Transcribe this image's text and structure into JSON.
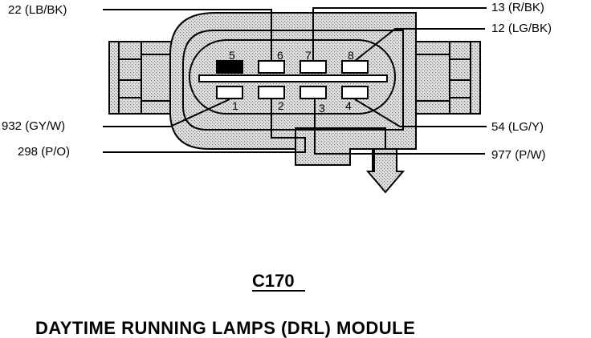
{
  "connector": {
    "id": "C170",
    "caption": "DAYTIME RUNNING LAMPS (DRL) MODULE"
  },
  "pins": {
    "p1": "1",
    "p2": "2",
    "p3": "3",
    "p4": "4",
    "p5": "5",
    "p6": "6",
    "p7": "7",
    "p8": "8"
  },
  "wires": {
    "lb_bk": "22 (LB/BK)",
    "r_bk": "13 (R/BK)",
    "lg_bk": "12 (LG/BK)",
    "gy_w": "932 (GY/W)",
    "p_o": "298 (P/O)",
    "lg_y": "54 (LG/Y)",
    "p_w": "977 (P/W)"
  },
  "colors": {
    "stipple_bg": "#e2e2e2",
    "stipple_dot": "#7a7a7a",
    "line": "#000000",
    "filled_cavity": "#000000"
  }
}
